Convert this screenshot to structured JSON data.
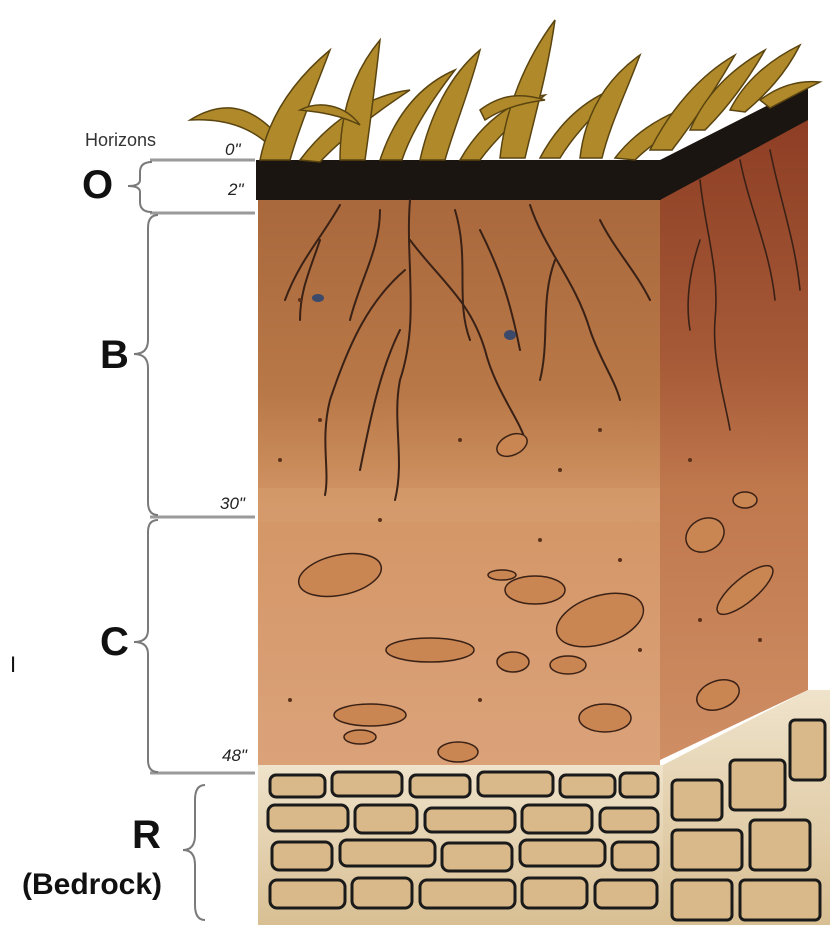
{
  "diagram": {
    "header": "Horizons",
    "horizons": [
      {
        "letter": "O",
        "color": "#1b1512"
      },
      {
        "letter": "B",
        "color": "#b3703f"
      },
      {
        "letter": "C",
        "color": "#d6976a"
      },
      {
        "letter": "R",
        "sublabel": "(Bedrock)",
        "color": "#c9a775"
      }
    ],
    "depth_marks": [
      {
        "value": "0\""
      },
      {
        "value": "2\""
      },
      {
        "value": "30\""
      },
      {
        "value": "48\""
      }
    ],
    "stray_mark": "I",
    "colors": {
      "grass": "#b08a2a",
      "roots": "#3a2116",
      "rock_outline": "#1a1a1a",
      "rock_fill": "#d9b98a"
    }
  }
}
